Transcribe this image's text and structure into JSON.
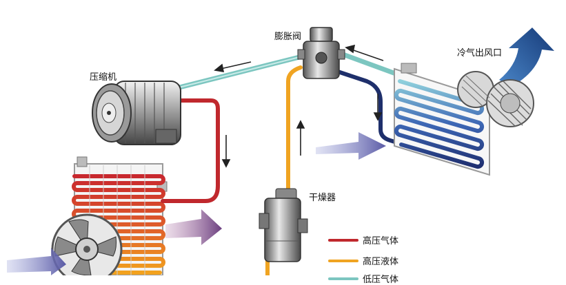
{
  "labels": {
    "expansion_valve": "膨胀阀",
    "compressor": "压缩机",
    "cold_air_outlet": "冷气出风口",
    "dryer": "干燥器"
  },
  "legend": [
    {
      "label": "高压气体",
      "color": "#c0282d"
    },
    {
      "label": "高压液体",
      "color": "#f0a422"
    },
    {
      "label": "低压气体",
      "color": "#7cc6c0"
    }
  ],
  "colors": {
    "high_pressure_gas": "#c0282d",
    "high_pressure_liquid": "#f0a422",
    "low_pressure_gas": "#7cc6c0",
    "low_pressure_liquid": "#1e2f6b",
    "airflow": "#6a6aa8",
    "cold_air_arrow": "#1f4e8c"
  },
  "icons": [
    "compressor-icon",
    "expansion-valve-icon",
    "dryer-icon",
    "condenser-fan-icon",
    "evaporator-blower-icon"
  ]
}
